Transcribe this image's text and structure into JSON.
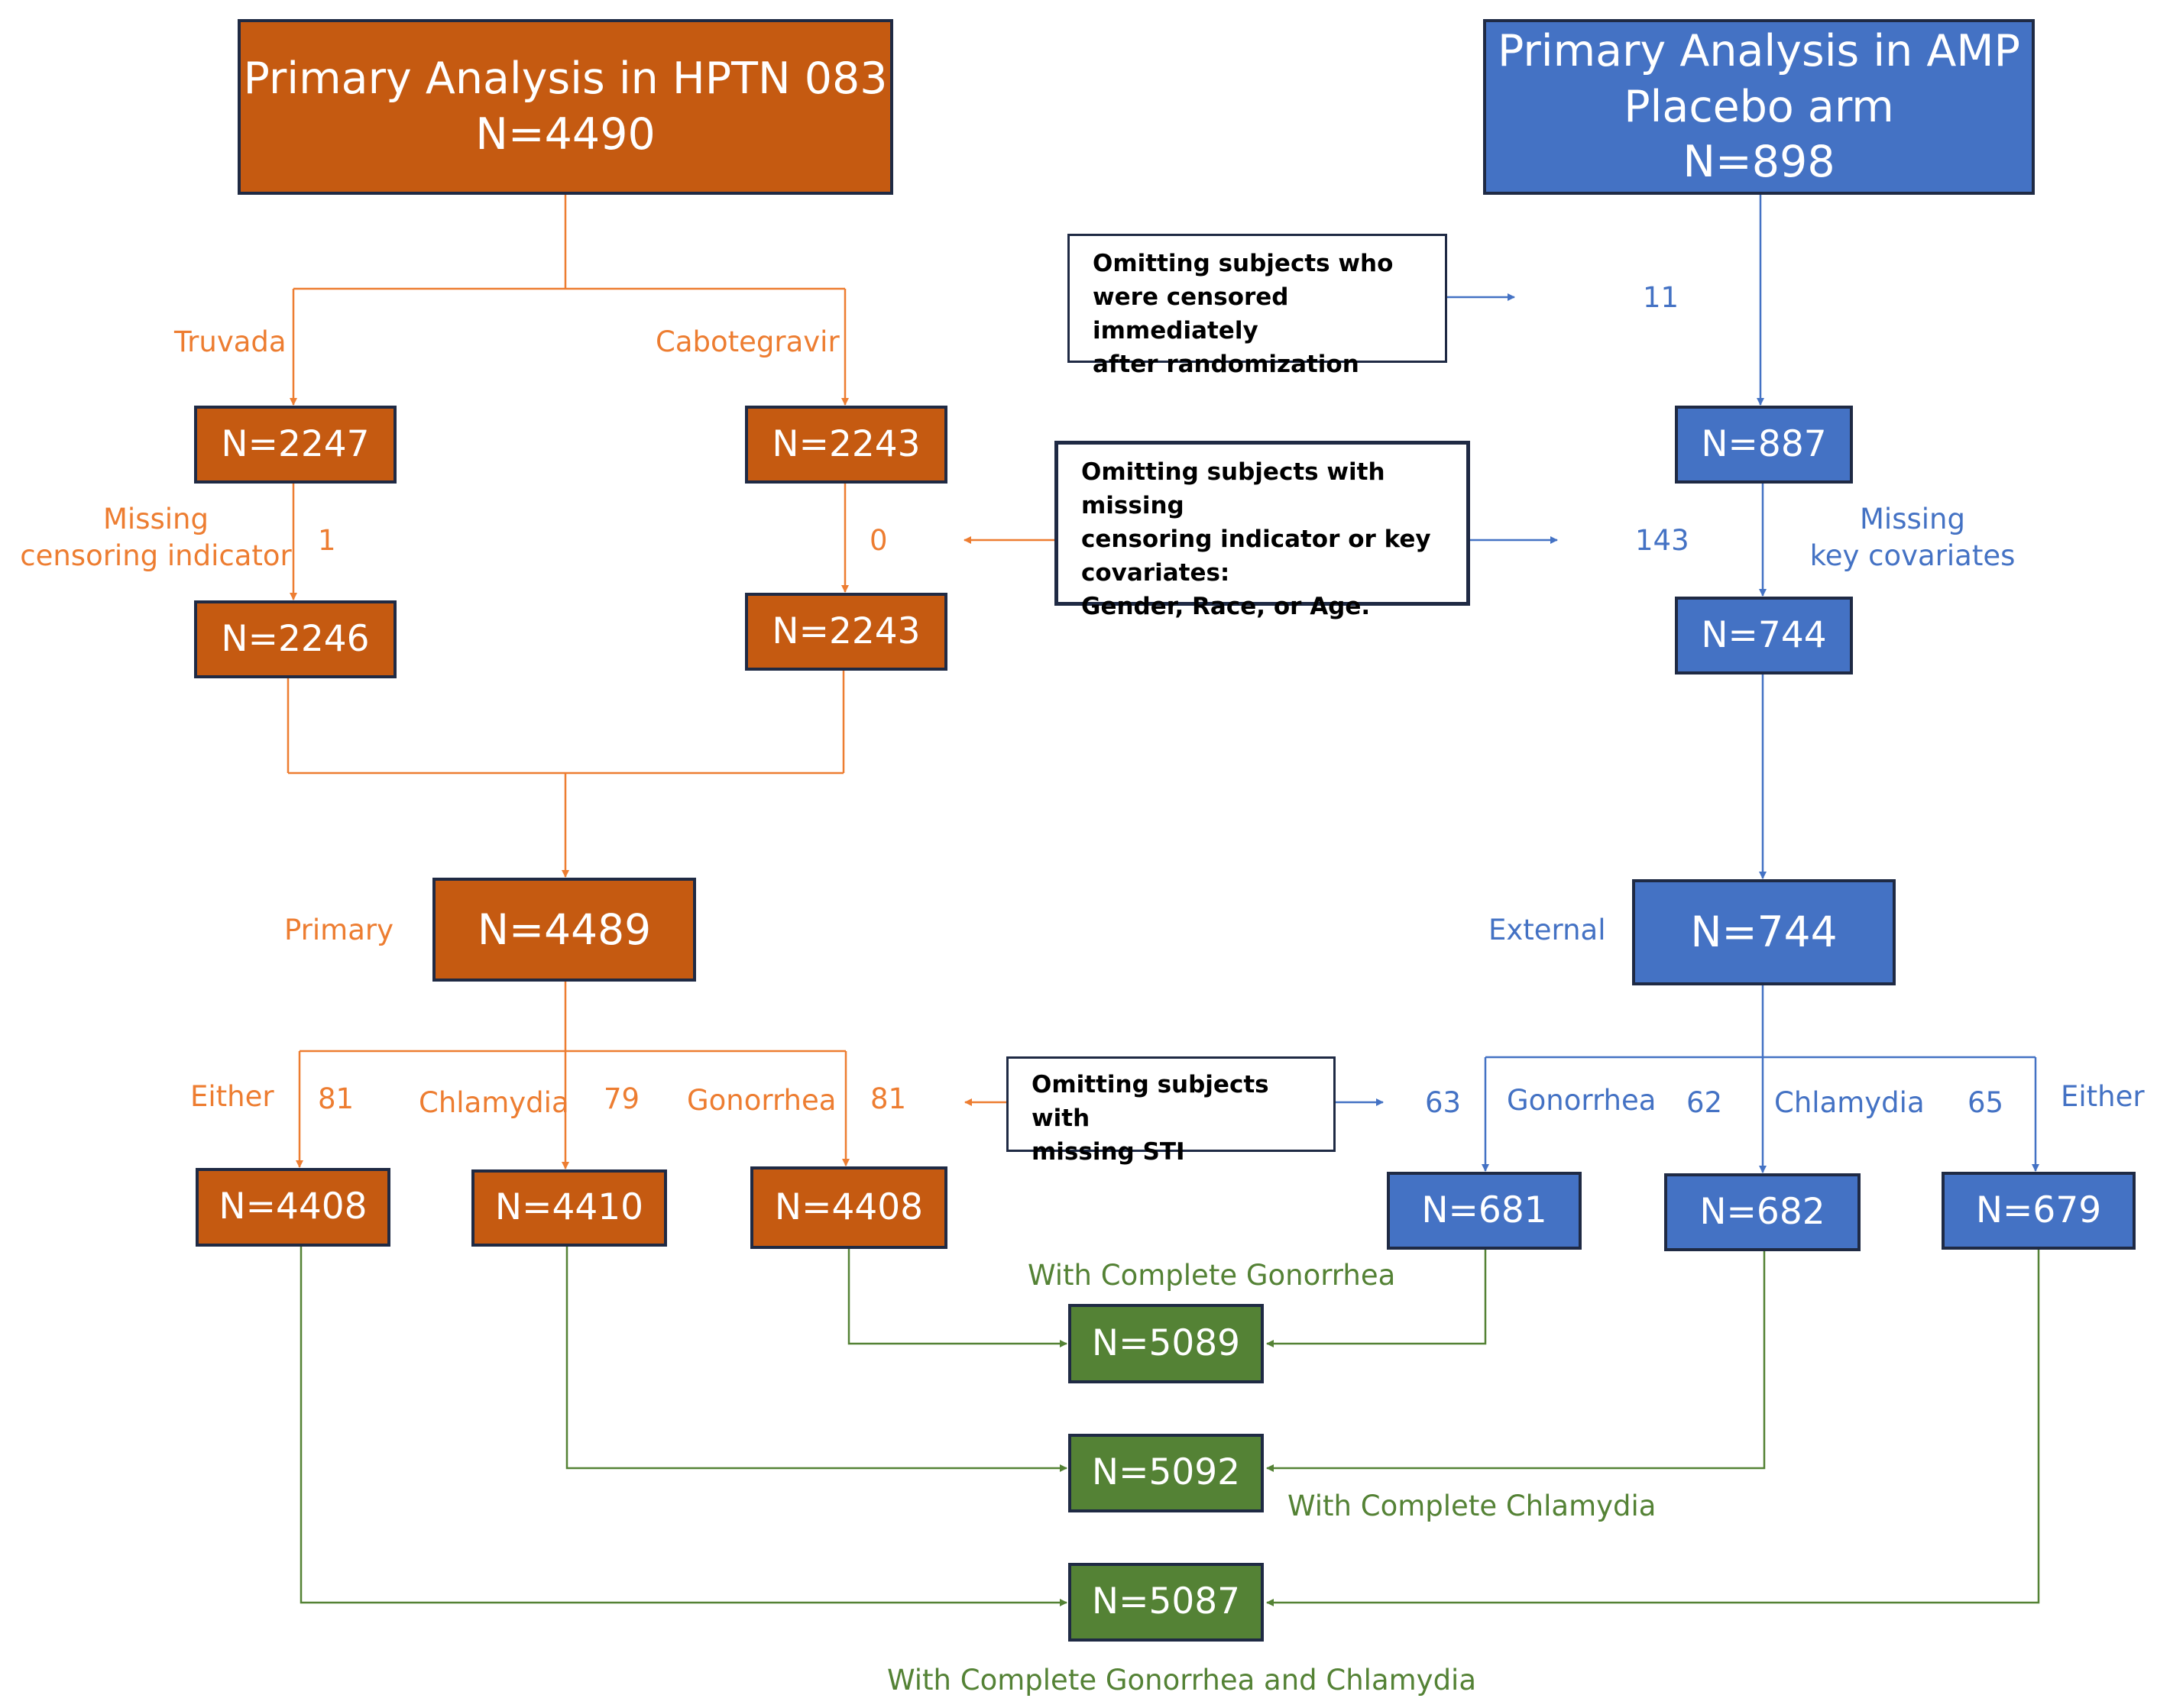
{
  "hptn": {
    "title": "Primary Analysis in HPTN 083",
    "n": "N=4490",
    "arm_truvada": "Truvada",
    "arm_cab": "Cabotegravir",
    "n_truvada": "N=2247",
    "n_cab": "N=2243",
    "missing_label_1": "Missing",
    "missing_label_2": "censoring indicator",
    "missing_truvada": "1",
    "missing_cab": "0",
    "n_truvada_2": "N=2246",
    "n_cab_2": "N=2243",
    "primary_label": "Primary",
    "n_primary": "N=4489",
    "either": "Either",
    "either_count": "81",
    "chlamydia": "Chlamydia",
    "chlamydia_count": "79",
    "gonorrhea": "Gonorrhea",
    "gonorrhea_count": "81",
    "n_either": "N=4408",
    "n_chlamydia": "N=4410",
    "n_gonorrhea": "N=4408"
  },
  "amp": {
    "title_1": "Primary Analysis in AMP",
    "title_2": "Placebo arm",
    "n": "N=898",
    "censored_count": "11",
    "n_after_censor": "N=887",
    "missing_count": "143",
    "missing_label_1": "Missing",
    "missing_label_2": "key covariates",
    "n_after_missing": "N=744",
    "external_label": "External",
    "n_external": "N=744",
    "gonorrhea_count": "63",
    "gonorrhea": "Gonorrhea",
    "chlamydia_count": "62",
    "chlamydia": "Chlamydia",
    "either_count": "65",
    "either": "Either",
    "n_gonorrhea": "N=681",
    "n_chlamydia": "N=682",
    "n_either": "N=679"
  },
  "notes": {
    "censored": [
      "Omitting subjects who",
      "were censored immediately",
      "after randomization"
    ],
    "missing": [
      "Omitting subjects with missing",
      "censoring indicator or key",
      "covariates:",
      "Gender, Race, or Age."
    ],
    "sti": [
      "Omitting subjects with",
      "missing STI"
    ]
  },
  "combined": {
    "gonorrhea_label": "With Complete Gonorrhea",
    "n_gonorrhea": "N=5089",
    "n_chlamydia": "N=5092",
    "chlamydia_label": "With Complete Chlamydia",
    "n_both": "N=5087",
    "both_label": "With Complete Gonorrhea and Chlamydia"
  },
  "colors": {
    "orange": "#c55a11",
    "orange_line": "#ed7d31",
    "blue": "#4472c4",
    "green": "#548235",
    "border": "#1f2a44"
  }
}
